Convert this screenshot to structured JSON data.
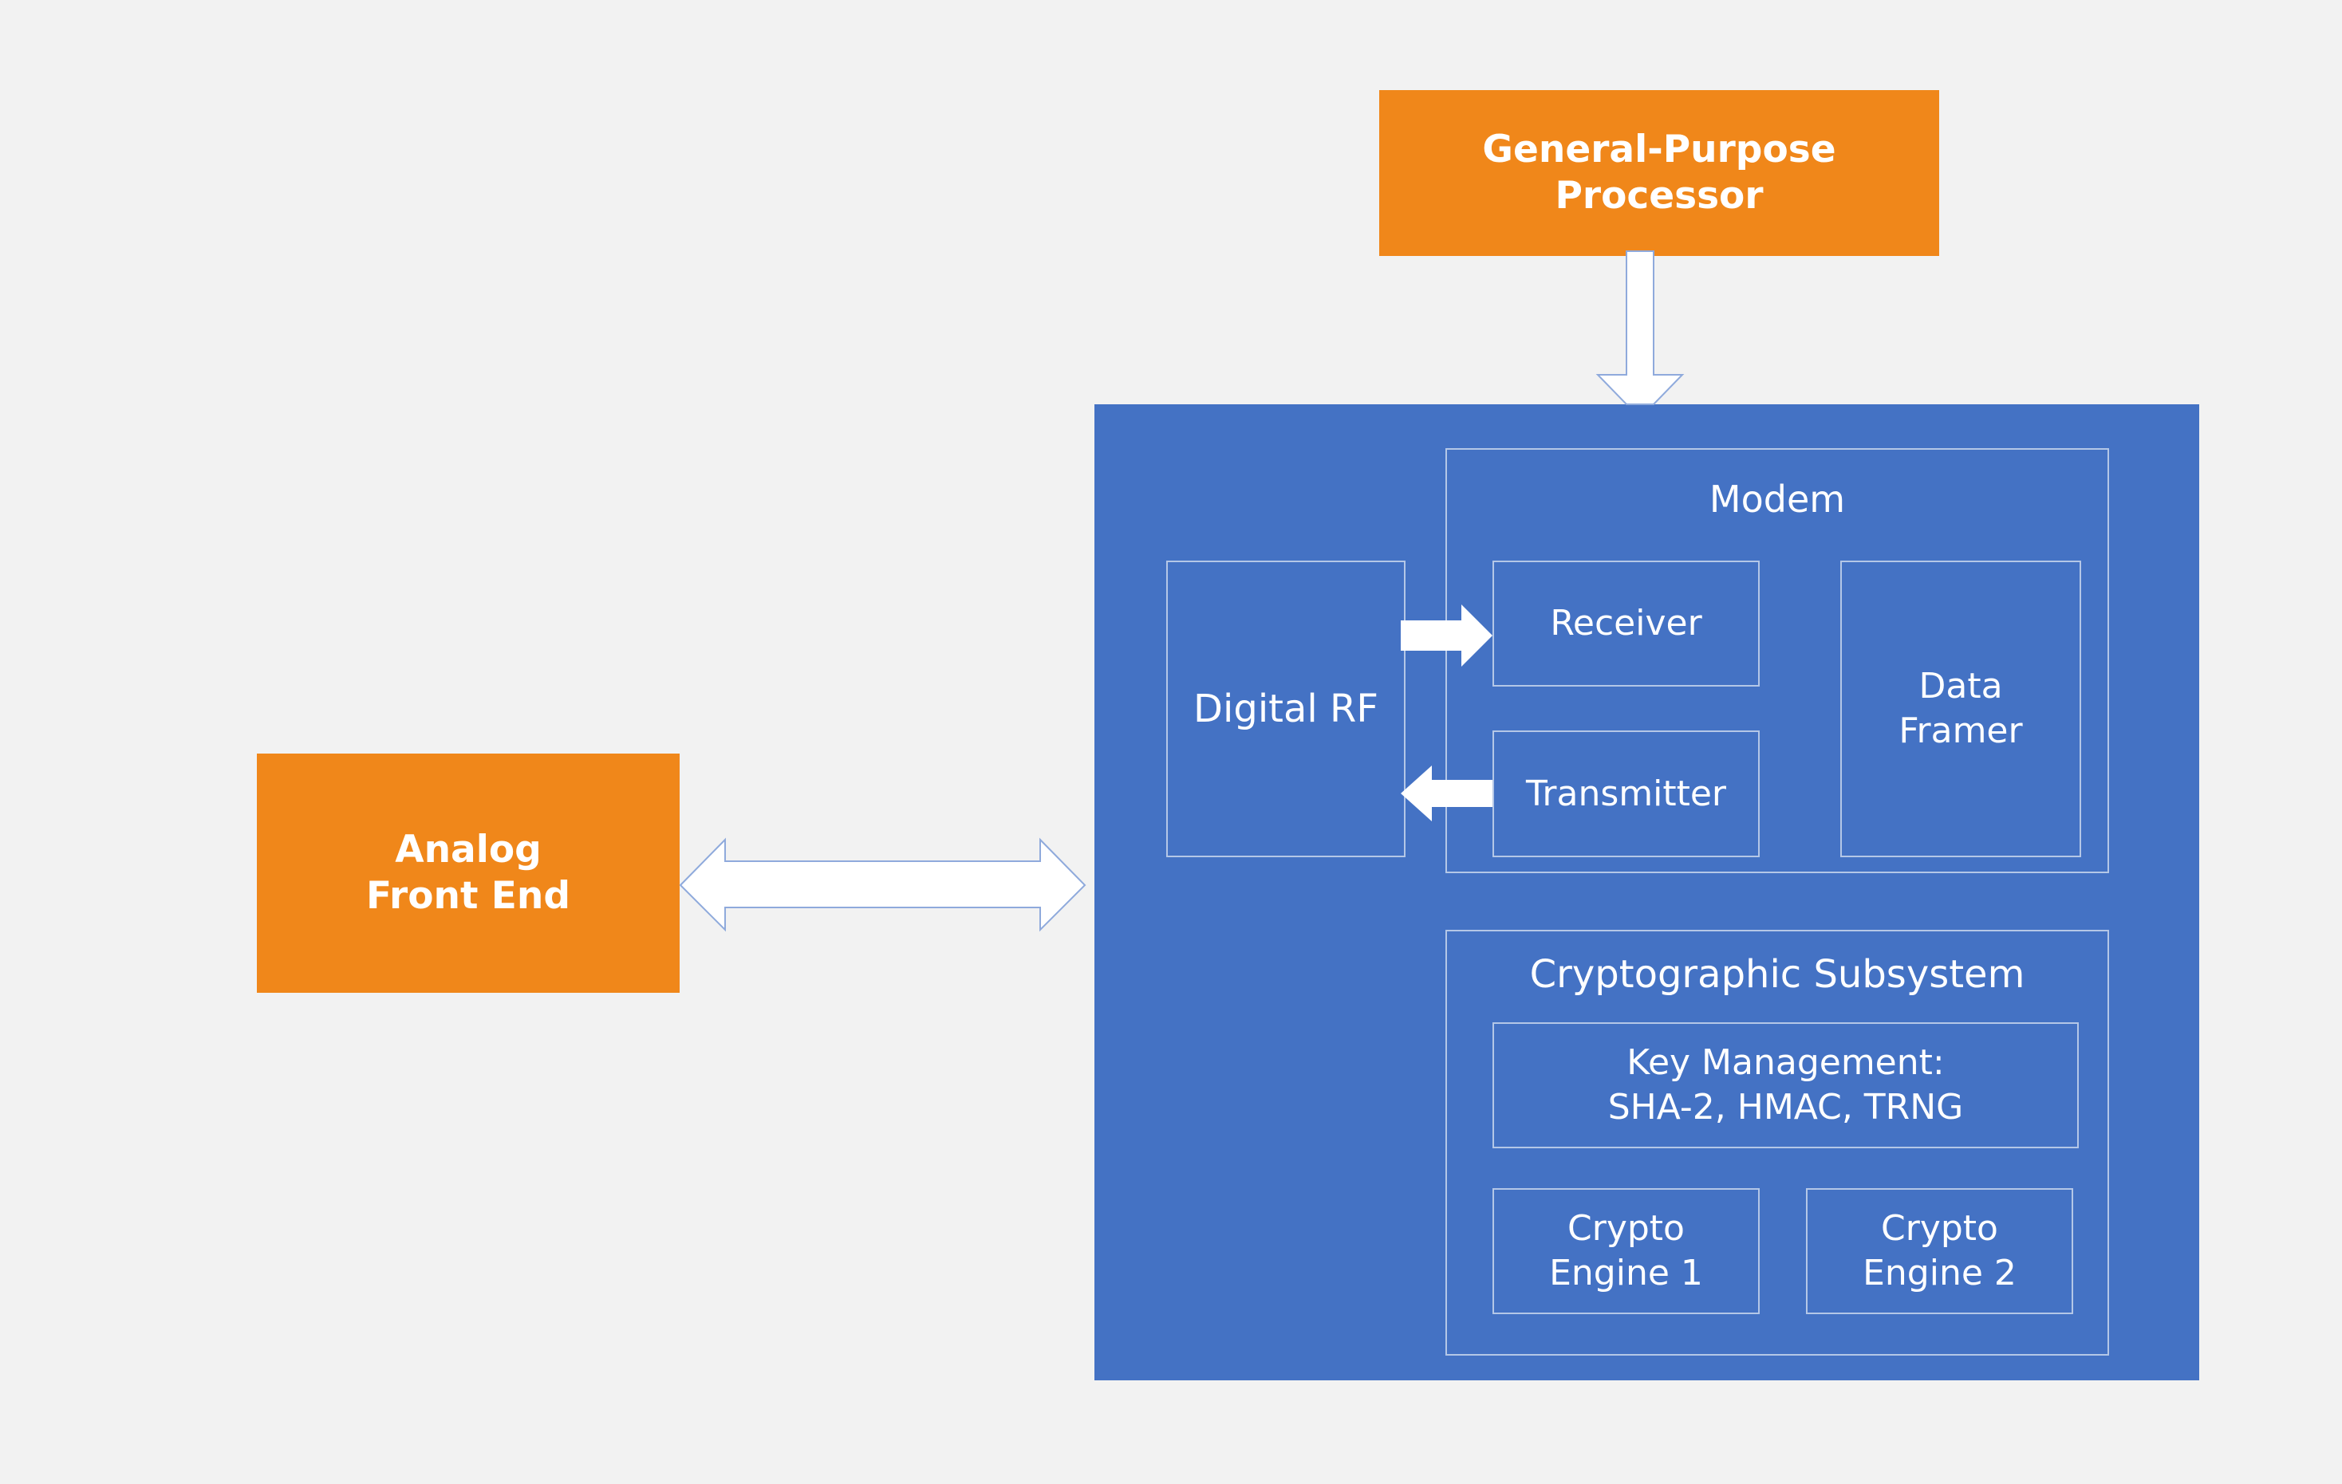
{
  "blocks": {
    "processor": {
      "lines": [
        "General-Purpose",
        "Processor"
      ]
    },
    "analog_front_end": {
      "lines": [
        "Analog",
        "Front End"
      ]
    },
    "digital_rf": {
      "label": "Digital RF"
    },
    "modem": {
      "title": "Modem",
      "receiver": "Receiver",
      "transmitter": "Transmitter",
      "data_framer": {
        "lines": [
          "Data",
          "Framer"
        ]
      }
    },
    "crypto": {
      "title": "Cryptographic Subsystem",
      "key_management": {
        "lines": [
          "Key Management:",
          "SHA-2, HMAC, TRNG"
        ]
      },
      "engine1": {
        "lines": [
          "Crypto",
          "Engine 1"
        ]
      },
      "engine2": {
        "lines": [
          "Crypto",
          "Engine 2"
        ]
      }
    }
  },
  "colors": {
    "background": "#f2f2f2",
    "orange": "#f0871a",
    "blue": "#4472c4",
    "outline": "#b4c7e7",
    "text": "#ffffff"
  }
}
